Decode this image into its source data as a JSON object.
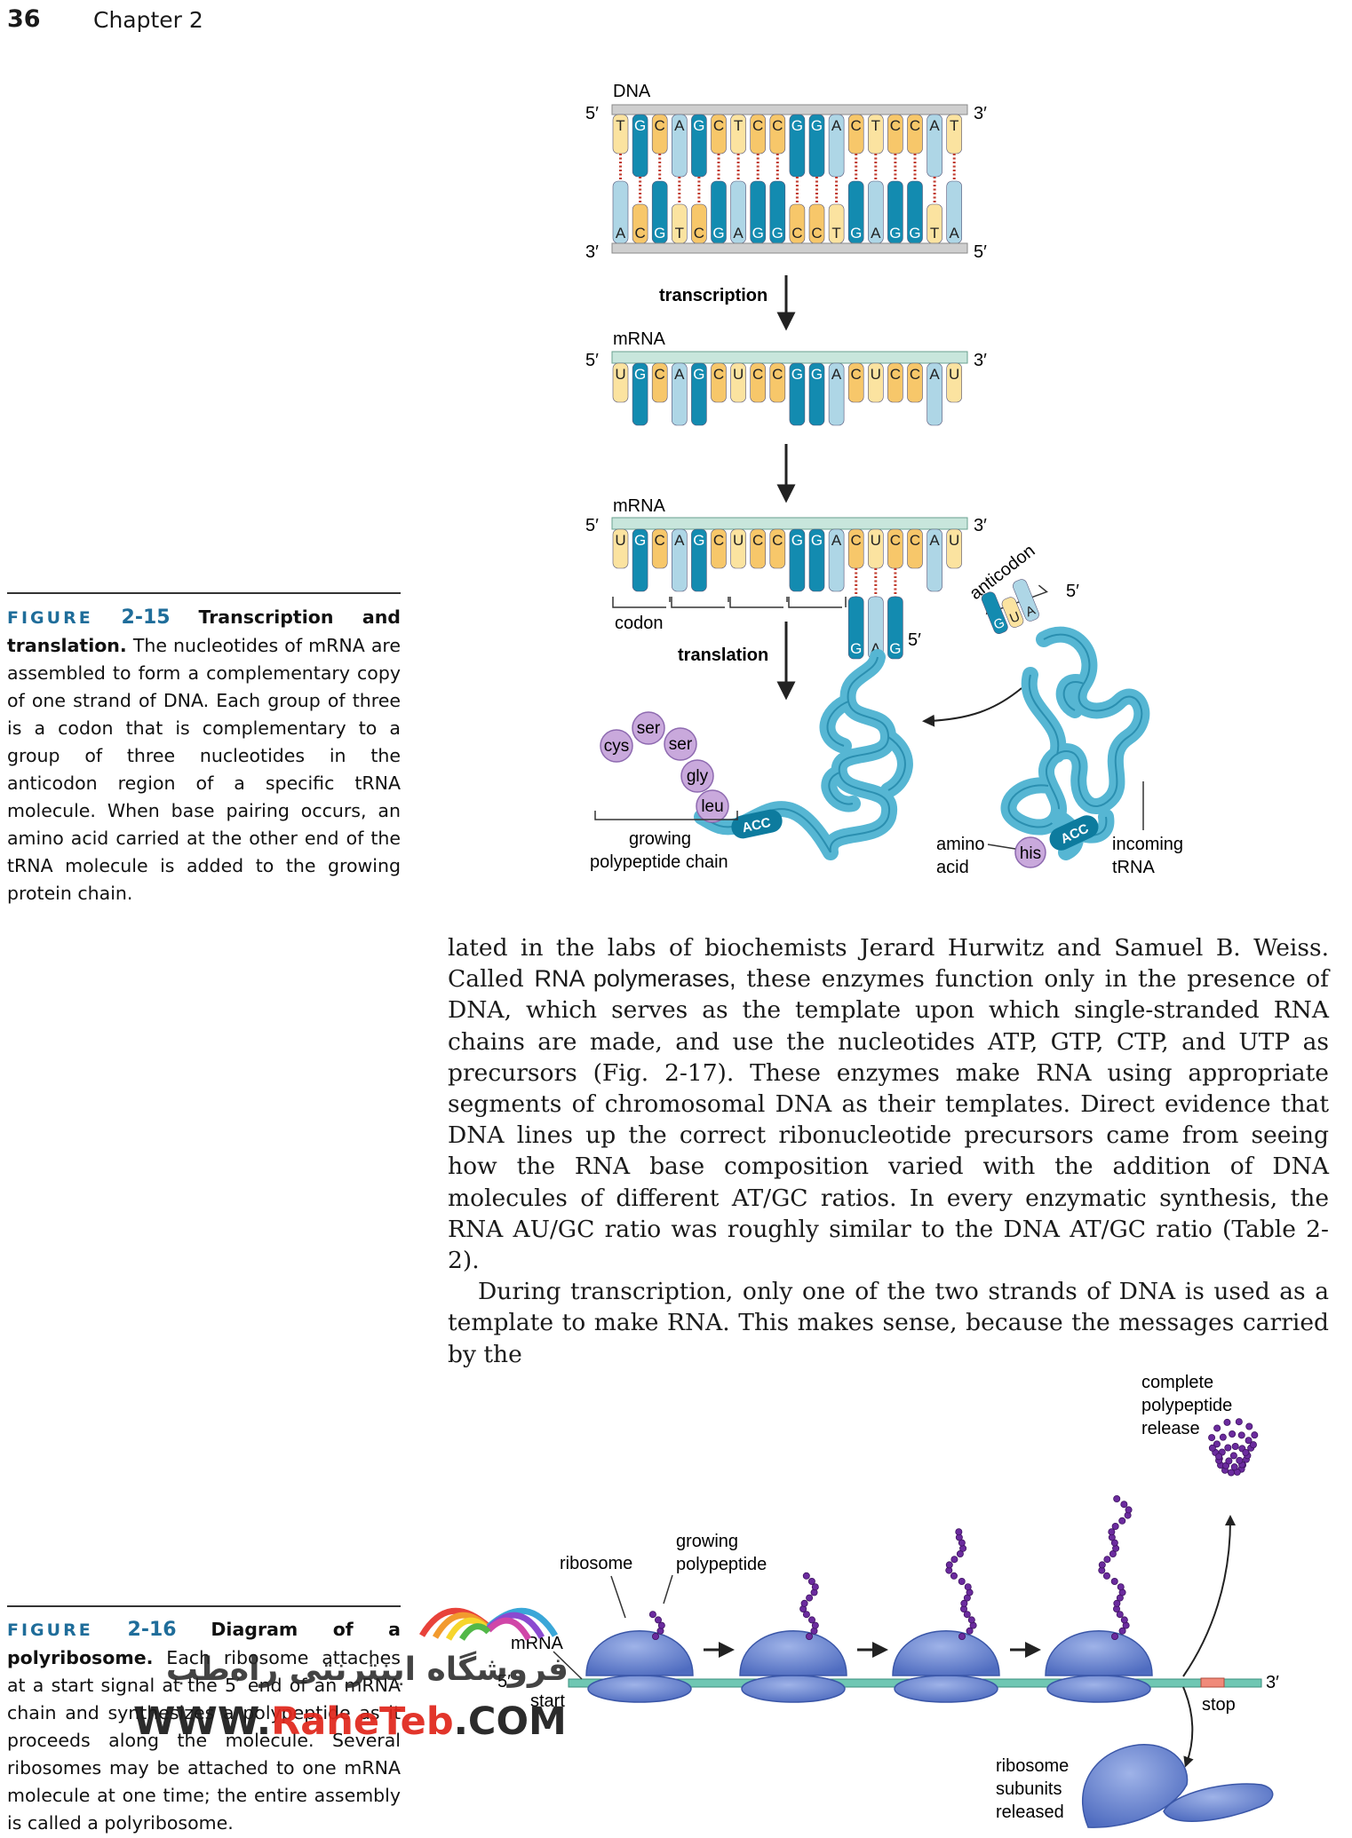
{
  "header": {
    "page_number": "36",
    "chapter": "Chapter 2"
  },
  "figure_2_15": {
    "caption_label": "FIGURE",
    "caption_number": "2-15",
    "caption_title": "Transcription and translation.",
    "caption_text": "The nucleotides of mRNA are assembled to form a complementary copy of one strand of DNA. Each group of three is a codon that is complementary to a group of three nucleotides in the anticodon region of a specific tRNA molecule. When base pairing occurs, an amino acid carried at the other end of the tRNA molecule is added to the growing protein chain.",
    "labels": {
      "dna": "DNA",
      "five_prime": "5′",
      "three_prime": "3′",
      "transcription": "transcription",
      "mrna": "mRNA",
      "translation": "translation",
      "codon": "codon",
      "anticodon": "anticodon",
      "growing_chain_1": "growing",
      "growing_chain_2": "polypeptide chain",
      "amino_acid_1": "amino",
      "amino_acid_2": "acid",
      "incoming_trna_1": "incoming",
      "incoming_trna_2": "tRNA",
      "acc": "ACC"
    },
    "dna_top_strand": [
      "T",
      "G",
      "C",
      "A",
      "G",
      "C",
      "T",
      "C",
      "C",
      "G",
      "G",
      "A",
      "C",
      "T",
      "C",
      "C",
      "A",
      "T"
    ],
    "dna_bottom_strand": [
      "A",
      "C",
      "G",
      "T",
      "C",
      "G",
      "A",
      "G",
      "G",
      "C",
      "C",
      "T",
      "G",
      "A",
      "G",
      "G",
      "T",
      "A"
    ],
    "mrna_strand": [
      "U",
      "G",
      "C",
      "A",
      "G",
      "C",
      "U",
      "C",
      "C",
      "G",
      "G",
      "A",
      "C",
      "U",
      "C",
      "C",
      "A",
      "U"
    ],
    "trna_anticodon_bound": [
      "G",
      "A",
      "G"
    ],
    "trna_anticodon_incoming": [
      "G",
      "U",
      "A"
    ],
    "amino_acids": [
      "ser",
      "ser",
      "cys",
      "gly",
      "leu"
    ],
    "incoming_amino_acid": "his",
    "base_colors": {
      "A": "#aed6e6",
      "T": "#fbe3a0",
      "U": "#fbe3a0",
      "G": "#138bb0",
      "C": "#f7c76a"
    }
  },
  "body": {
    "para1_before": "lated in the labs of biochemists Jerard Hurwitz and Samuel B. Weiss. Called",
    "para1_term": "RNA polymerases,",
    "para1_after": " these enzymes function only in the presence of DNA, which serves as the template upon which single-stranded RNA chains are made, and use the nucleotides ATP, GTP, CTP, and UTP as precursors (Fig. 2-17). These enzymes make RNA using appropriate segments of chromosomal DNA as their templates. Direct evidence that DNA lines up the correct ribonucleotide precursors came from seeing how the RNA base composition varied with the addition of DNA molecules of different AT/GC ratios. In every enzymatic synthesis, the RNA AU/GC ratio was roughly similar to the DNA AT/GC ratio (Table 2-2).",
    "para2": "During transcription, only one of the two strands of DNA is used as a template to make RNA. This makes sense, because the messages carried by the"
  },
  "figure_2_16": {
    "caption_label": "FIGURE",
    "caption_number": "2-16",
    "caption_title": "Diagram of a polyribosome.",
    "caption_text": "Each ribosome attaches at a start signal at the 5′ end of an mRNA chain and synthesizes a polypeptide as it proceeds along the molecule. Several ribosomes may be attached to one mRNA molecule at one time; the entire assembly is called a polyribosome.",
    "labels": {
      "ribosome": "ribosome",
      "growing_1": "growing",
      "growing_2": "polypeptide",
      "mrna": "mRNA",
      "five_prime": "5′",
      "start": "start",
      "three_prime": "3′",
      "stop": "stop",
      "complete_1": "complete",
      "complete_2": "polypeptide",
      "complete_3": "release",
      "subunits_1": "ribosome",
      "subunits_2": "subunits",
      "subunits_3": "released"
    }
  },
  "watermark": {
    "persian": "فروشگاه اینترنتی راه‌طب",
    "www": "WWW.",
    "brand_red": "RaheTeb",
    "com": ".COM"
  }
}
